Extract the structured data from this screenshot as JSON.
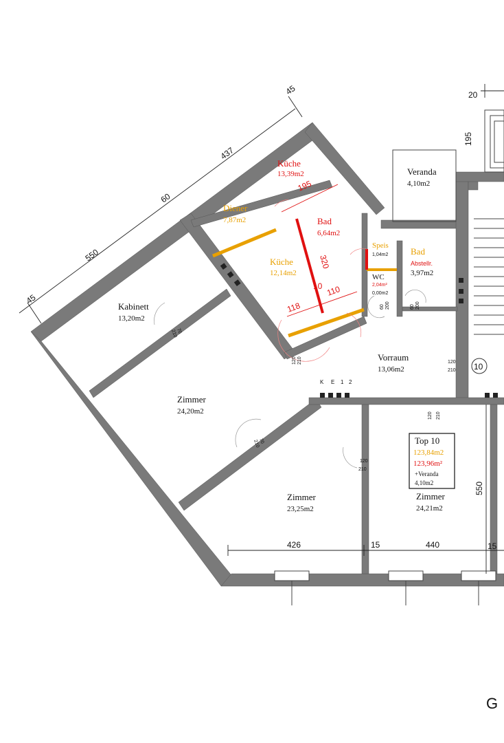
{
  "rooms": {
    "kueche_red": {
      "name": "Küche",
      "area": "13,39m2"
    },
    "diener": {
      "name": "Diener",
      "area": "7,87m2"
    },
    "bad_red": {
      "name": "Bad",
      "area": "6,64m2"
    },
    "kueche": {
      "name": "Küche",
      "area": "12,14m2"
    },
    "veranda": {
      "name": "Veranda",
      "area": "4,10m2"
    },
    "speis": {
      "name": "Speis",
      "area": "1,04m2"
    },
    "bad": {
      "name": "Bad",
      "sub": "Abstellr.",
      "area": "3,97m2"
    },
    "wc": {
      "name": "WC",
      "area1": "2,04m²",
      "area2": "0,00m2"
    },
    "kabinett": {
      "name": "Kabinett",
      "area": "13,20m2"
    },
    "zimmer1": {
      "name": "Zimmer",
      "area": "24,20m2"
    },
    "vorraum": {
      "name": "Vorraum",
      "area": "13,06m2"
    },
    "zimmer2": {
      "name": "Zimmer",
      "area": "23,25m2"
    },
    "zimmer3": {
      "name": "Zimmer",
      "area": "24,21m2"
    }
  },
  "top": {
    "title": "Top 10",
    "area_orange": "123,84m2",
    "area_red": "123,96m²",
    "plus_label": "+Veranda",
    "plus_area": "4,10m2"
  },
  "dims": {
    "d45_top": "45",
    "d437": "437",
    "d60": "60",
    "d550": "550",
    "d45_left": "45",
    "d20": "20",
    "d195_top": "195",
    "d195_red": "195",
    "d320": "320",
    "d110": "110",
    "d118": "118",
    "d10": "10",
    "d426": "426",
    "d15a": "15",
    "d440": "440",
    "d15b": "15",
    "d550_v": "550"
  },
  "doors": {
    "kab": {
      "w": "70",
      "h": "210"
    },
    "zim1": {
      "w": "70",
      "h": "210"
    },
    "wall_a": {
      "w": "120",
      "h": "210"
    },
    "wc1": {
      "w": "60",
      "h": "200"
    },
    "wc2": {
      "w": "60",
      "h": "200"
    },
    "entry": {
      "w": "120",
      "h": "210"
    },
    "vorraum_bottom": {
      "w": "120",
      "h": "210"
    },
    "zim2": {
      "w": "120",
      "h": "210"
    }
  },
  "sockets": {
    "k": "K",
    "e": "E",
    "one": "1",
    "two": "2"
  },
  "unit_marker": "10",
  "corner_letter": "G"
}
